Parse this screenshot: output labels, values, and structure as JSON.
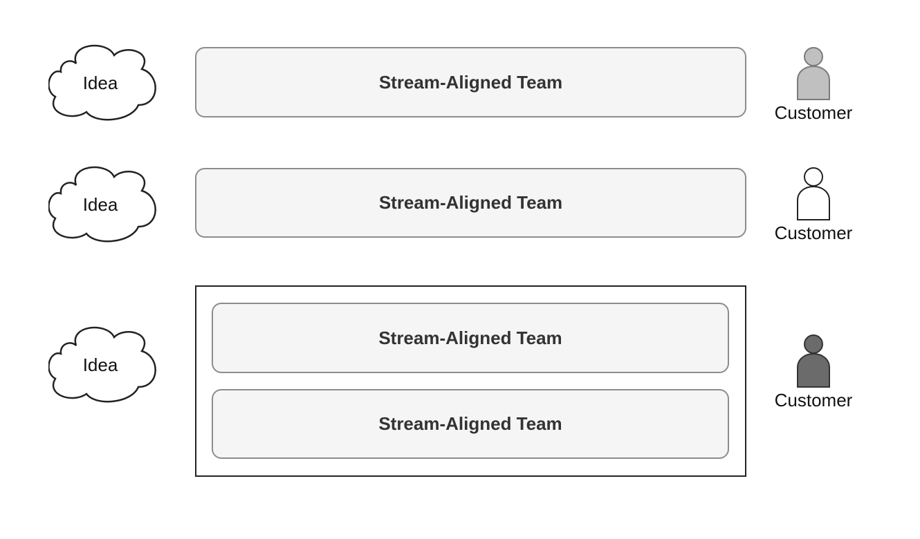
{
  "rows": [
    {
      "idea_label": "Idea",
      "teams": [
        "Stream-Aligned Team"
      ],
      "customer_label": "Customer",
      "customer_fill": "#c0c0c0",
      "customer_stroke": "#7a7a7a"
    },
    {
      "idea_label": "Idea",
      "teams": [
        "Stream-Aligned Team"
      ],
      "customer_label": "Customer",
      "customer_fill": "#ffffff",
      "customer_stroke": "#222222"
    },
    {
      "idea_label": "Idea",
      "teams": [
        "Stream-Aligned Team",
        "Stream-Aligned Team"
      ],
      "customer_label": "Customer",
      "customer_fill": "#6b6b6b",
      "customer_stroke": "#333333"
    }
  ],
  "colors": {
    "team_fill": "#f5f5f5",
    "team_border": "#8c8c8c",
    "group_border": "#222222",
    "cloud_stroke": "#222222"
  }
}
